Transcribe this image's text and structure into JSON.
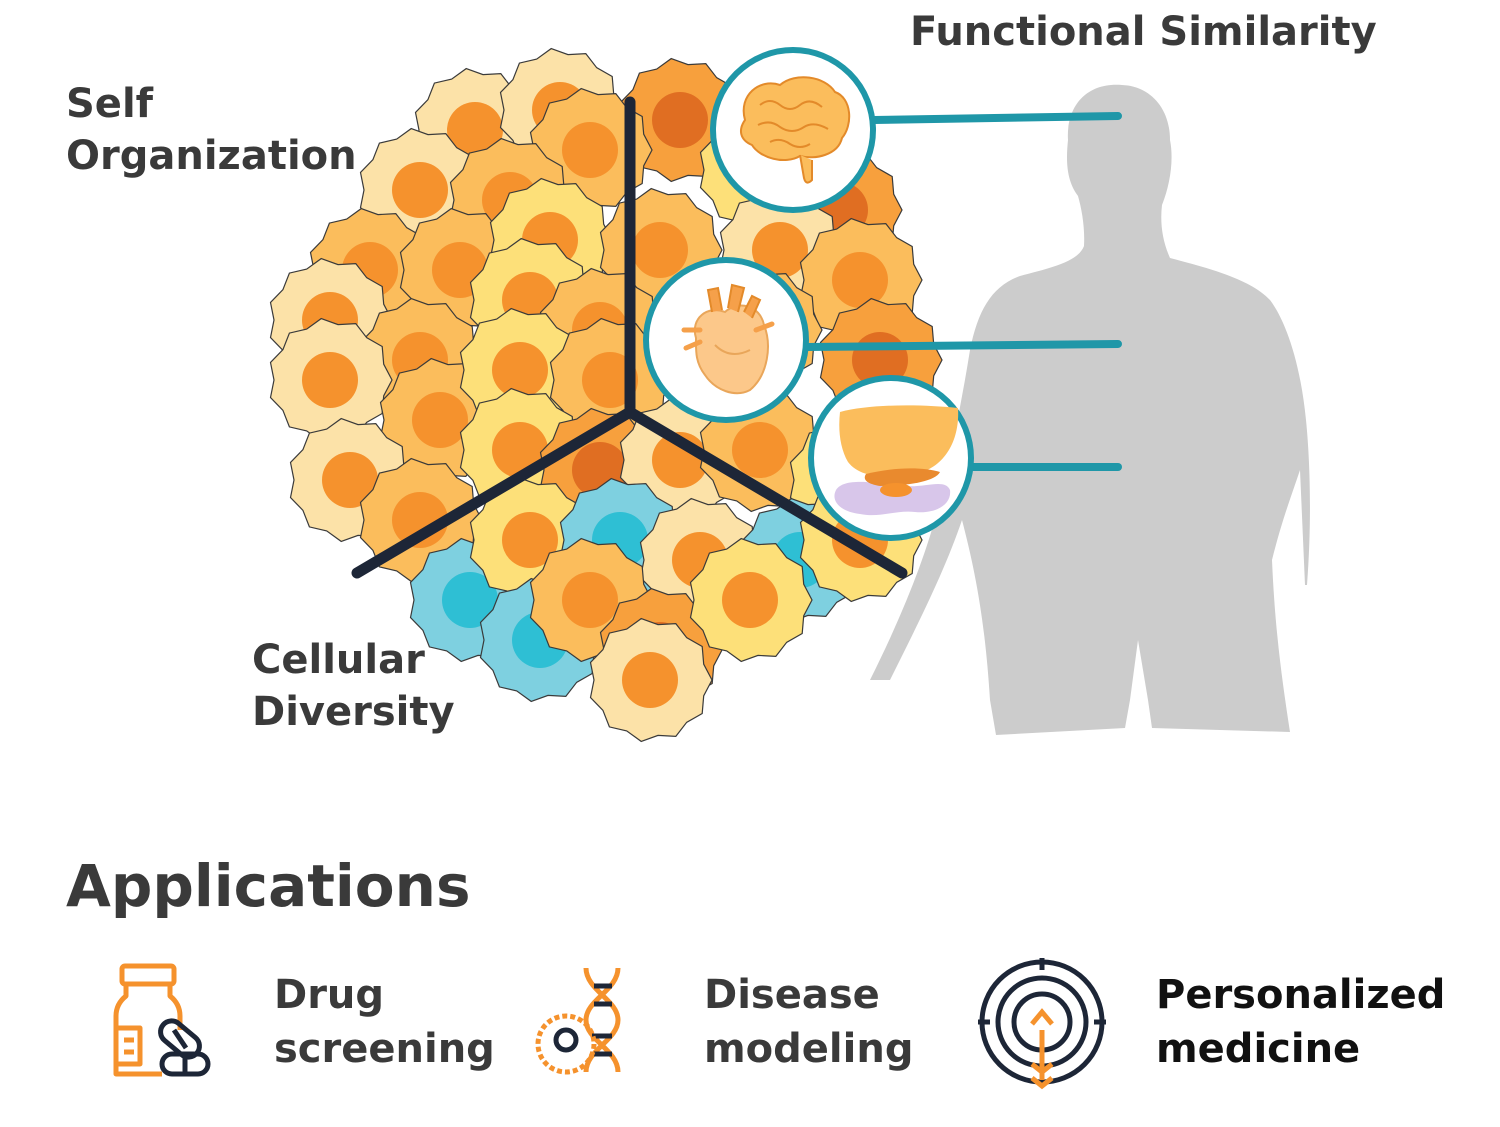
{
  "labels": {
    "self_organization": [
      "Self",
      "Organization"
    ],
    "functional_similarity": "Functional Similarity",
    "cellular_diversity": [
      "Cellular",
      "Diversity"
    ]
  },
  "applications": {
    "title": "Applications",
    "items": [
      {
        "line1": "Drug",
        "line2": "screening",
        "icon": "drug-bottle-pills-icon"
      },
      {
        "line1": "Disease",
        "line2": "modeling",
        "icon": "dna-cell-icon"
      },
      {
        "line1": "Personalized",
        "line2": "medicine",
        "icon": "target-arrow-icon"
      }
    ]
  },
  "organs": [
    "brain-icon",
    "heart-icon",
    "liver-pancreas-icon"
  ],
  "colors": {
    "teal": "#1f97a8",
    "dark": "#1d2637",
    "orange": "#f5922d",
    "cell_light": "#fce2a8",
    "cell_yellow": "#fde079",
    "cell_mid": "#fbbd5c",
    "cell_dark": "#f7a03d",
    "cell_blue": "#7ed0e0",
    "silhouette": "#cccccc",
    "text": "#3a3a3a"
  }
}
